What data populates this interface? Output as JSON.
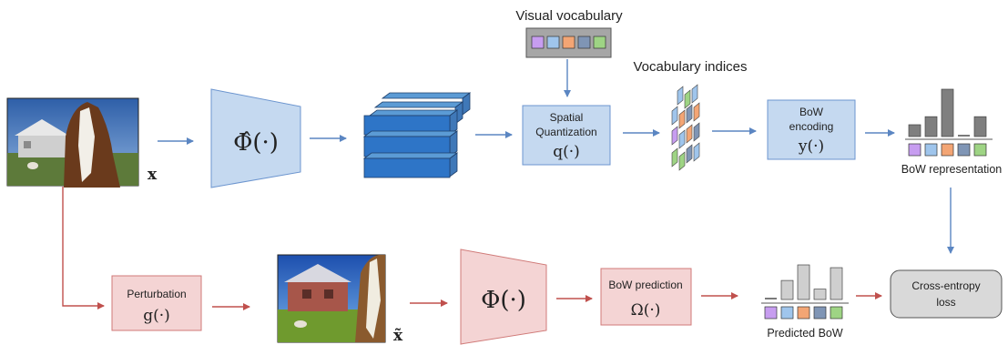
{
  "top_labels": {
    "visual_vocabulary": "Visual vocabulary",
    "vocabulary_indices": "Vocabulary indices"
  },
  "input": {
    "symbol": "x"
  },
  "perturbed_input": {
    "symbol": "x̃"
  },
  "phi_hat_encoder": {
    "label": "Φ̂(·)"
  },
  "phi_encoder": {
    "label": "Φ(·)"
  },
  "spatial_quantization": {
    "line1": "Spatial",
    "line2": "Quantization",
    "math": "q(·)"
  },
  "bow_encoding": {
    "line1": "BoW",
    "line2": "encoding",
    "math": "y(·)"
  },
  "bow_representation": {
    "label": "BoW representation",
    "values": [
      0.25,
      0.42,
      1.0,
      0.0,
      0.42
    ]
  },
  "perturbation": {
    "label": "Perturbation",
    "math": "g(·)"
  },
  "bow_prediction": {
    "label": "BoW prediction",
    "math": "Ω(·)"
  },
  "predicted_bow": {
    "label": "Predicted BoW",
    "values": [
      0.0,
      0.55,
      1.0,
      0.3,
      0.92
    ]
  },
  "loss": {
    "line1": "Cross-entropy",
    "line2": "loss"
  },
  "colors": {
    "blue_arrow": "#5b86c2",
    "red_arrow": "#c0504d",
    "blue_fill": "#c5d9f0",
    "blue_stroke": "#6c95cf",
    "red_fill": "#f4d4d4",
    "red_stroke": "#d07a78",
    "word_colors": [
      "#c79df0",
      "#9fc5ec",
      "#f3a574",
      "#7f95b5",
      "#9ed484"
    ]
  }
}
